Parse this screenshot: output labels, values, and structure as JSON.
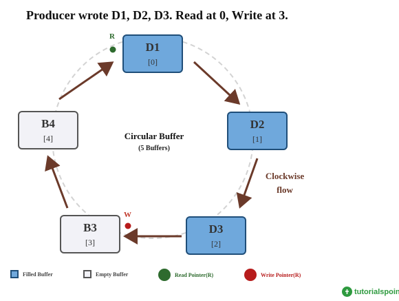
{
  "title": "Producer wrote D1, D2, D3. Read at 0, Write at 3.",
  "center": {
    "title": "Circular Buffer",
    "subtitle": "(5 Buffers)"
  },
  "direction_label": {
    "line1": "Clockwise",
    "line2": "flow"
  },
  "buffers": [
    {
      "name": "D1",
      "index": "[0]",
      "state": "filled"
    },
    {
      "name": "D2",
      "index": "[1]",
      "state": "filled"
    },
    {
      "name": "D3",
      "index": "[2]",
      "state": "filled"
    },
    {
      "name": "B3",
      "index": "[3]",
      "state": "empty"
    },
    {
      "name": "B4",
      "index": "[4]",
      "state": "empty"
    }
  ],
  "pointers": {
    "read": {
      "label": "R",
      "buffer_index": 0,
      "color": "#2e6b2e"
    },
    "write": {
      "label": "W",
      "buffer_index": 3,
      "color": "#b71c1c"
    }
  },
  "legend": {
    "filled": "Filled Buffer",
    "empty": "Empty Buffer",
    "read": "Read Pointer(R)",
    "write": "Write Pointer(R)"
  },
  "colors": {
    "filled_fill": "#6fa8dc",
    "filled_border": "#1f4e79",
    "empty_fill": "#f2f2f7",
    "arrow": "#6b3a2a",
    "ring": "#d3d3d3"
  },
  "logo": {
    "text": "tutorialspoint"
  }
}
